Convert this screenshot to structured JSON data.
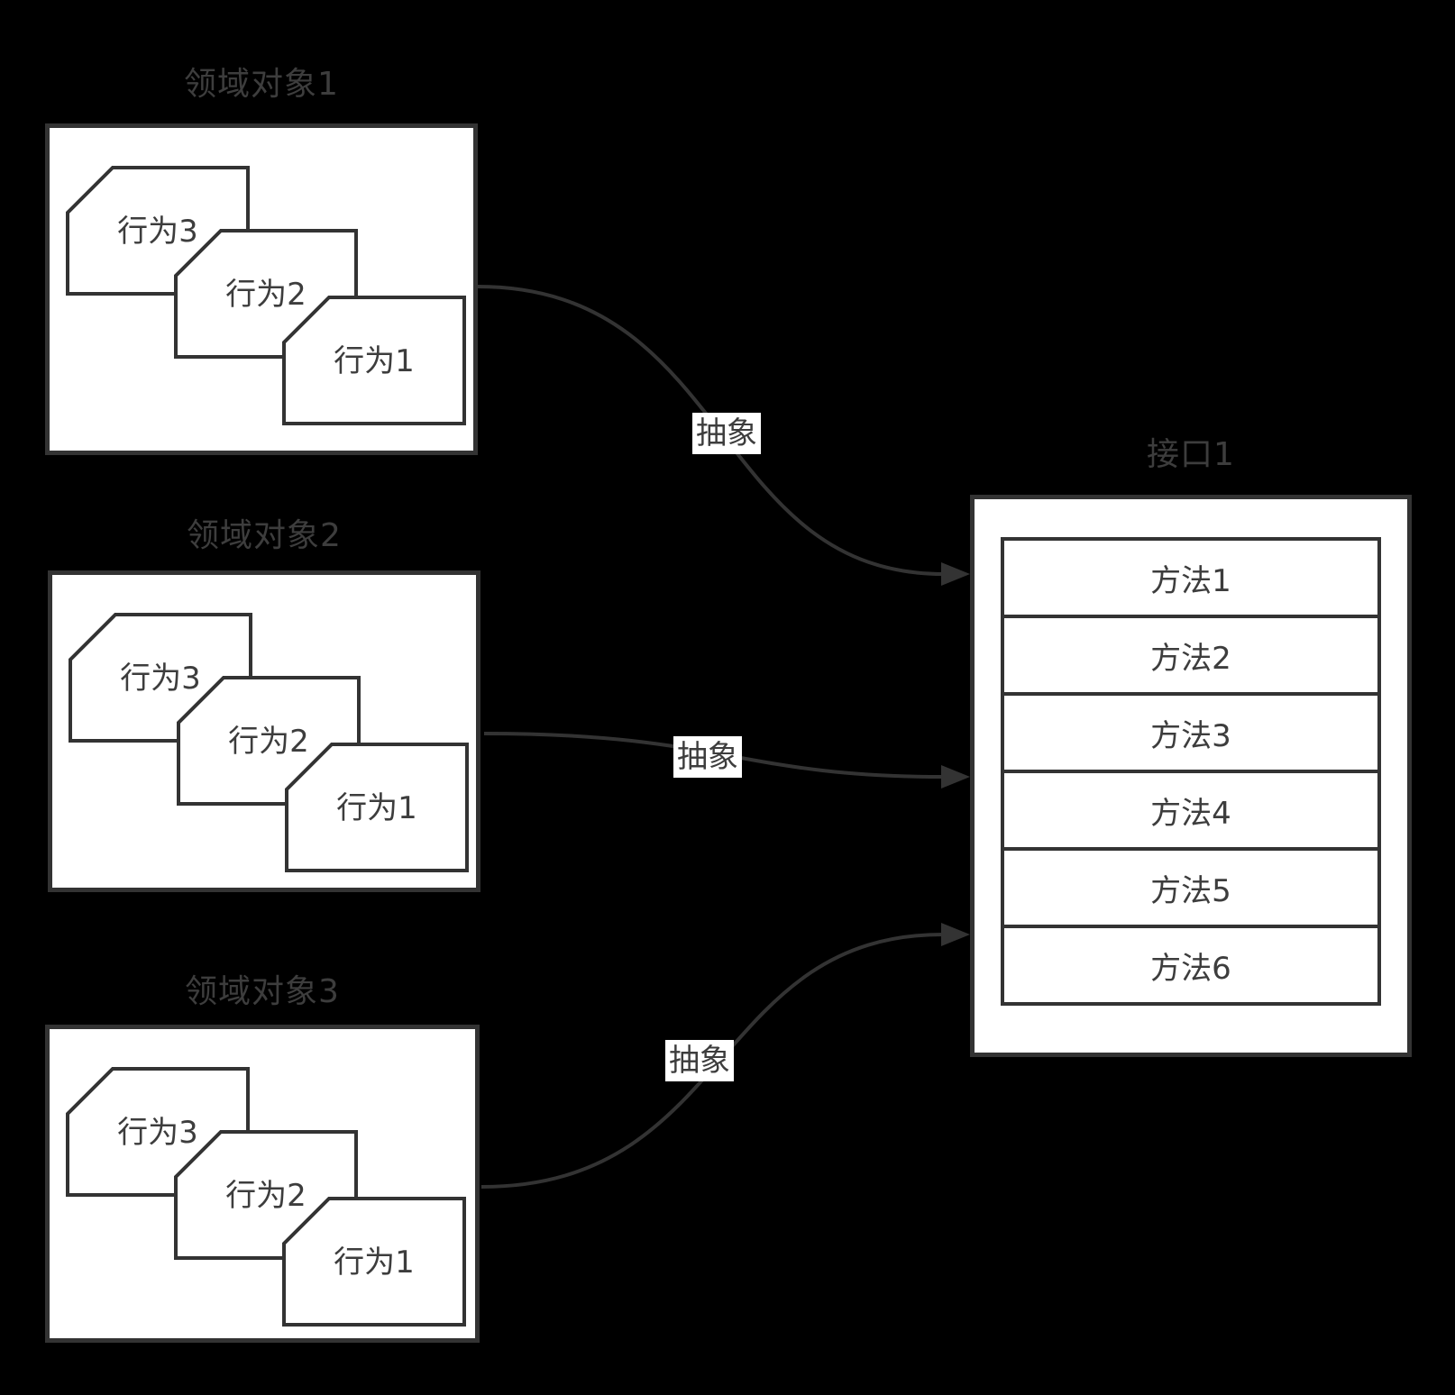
{
  "colors": {
    "background": "#000000",
    "stroke": "#333333",
    "text": "#3d3d3d",
    "box_fill": "#ffffff"
  },
  "domain_objects": [
    {
      "title": "领域对象1",
      "behaviors": [
        "行为3",
        "行为2",
        "行为1"
      ]
    },
    {
      "title": "领域对象2",
      "behaviors": [
        "行为3",
        "行为2",
        "行为1"
      ]
    },
    {
      "title": "领域对象3",
      "behaviors": [
        "行为3",
        "行为2",
        "行为1"
      ]
    }
  ],
  "interface": {
    "title": "接口1",
    "methods": [
      "方法1",
      "方法2",
      "方法3",
      "方法4",
      "方法5",
      "方法6"
    ]
  },
  "arrows": [
    {
      "label": "抽象"
    },
    {
      "label": "抽象"
    },
    {
      "label": "抽象"
    }
  ]
}
